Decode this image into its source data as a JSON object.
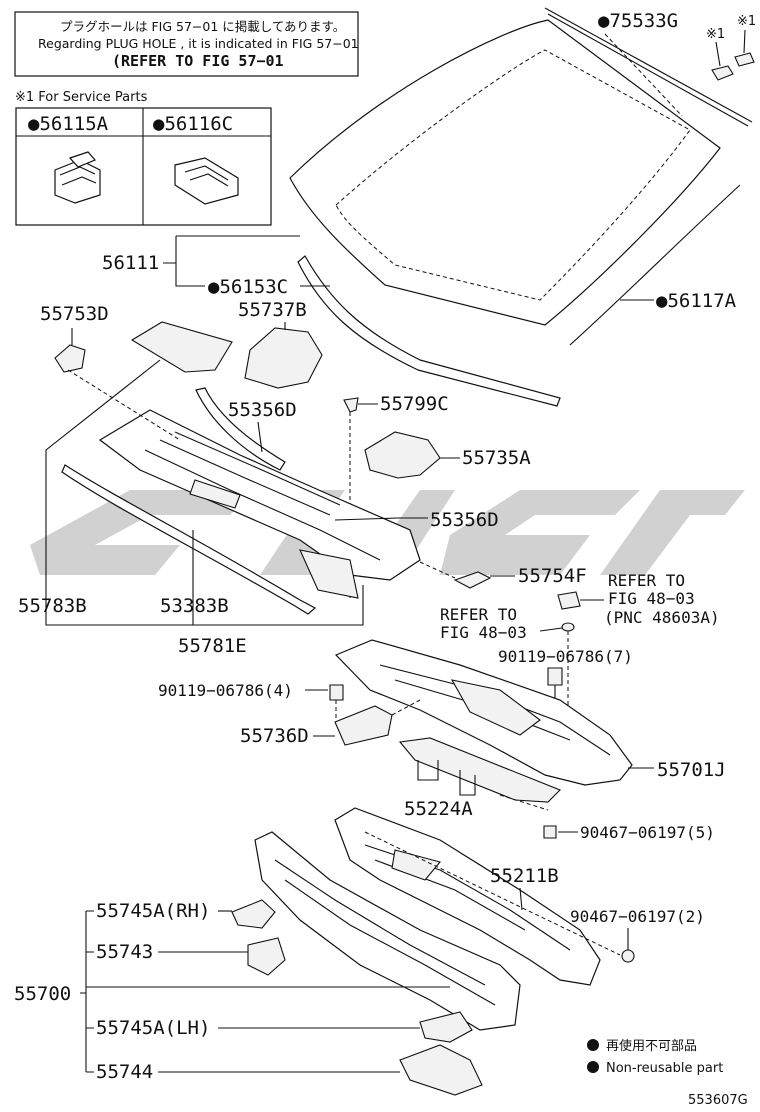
{
  "note_box": {
    "line_jp": "プラグホールは FIG 57−01 に掲載してあります。",
    "line_en": "Regarding PLUG HOLE , it is indicated in FIG 57−01",
    "line_ref": "(REFER TO FIG 57−01"
  },
  "service_note": "※1 For Service Parts",
  "service_parts": [
    "●56115A",
    "●56116C"
  ],
  "marks": {
    "star1": "※1"
  },
  "labels": {
    "p75533G": "●75533G",
    "p56111": "56111",
    "p56153C": "●56153C",
    "p56117A": "●56117A",
    "p55753D": "55753D",
    "p55737B": "55737B",
    "p55356D_top": "55356D",
    "p55799C": "55799C",
    "p55735A": "55735A",
    "p55356D_bot": "55356D",
    "p55754F": "55754F",
    "p55783B": "55783B",
    "p53383B": "53383B",
    "p55781E": "55781E",
    "ref1_a": "REFER TO",
    "ref1_b": "FIG 48−03",
    "ref1_c": "(PNC 48603A)",
    "ref2_a": "REFER TO",
    "ref2_b": "FIG 48−03",
    "p90119_7": "90119−06786(7)",
    "p90119_4": "90119−06786(4)",
    "p55736D": "55736D",
    "p55701J": "55701J",
    "p55224A": "55224A",
    "p90467_5": "90467−06197(5)",
    "p55211B": "55211B",
    "p55745A_RH": "55745A(RH)",
    "p90467_2": "90467−06197(2)",
    "p55743": "55743",
    "p55700": "55700",
    "p55745A_LH": "55745A(LH)",
    "p55744": "55744"
  },
  "legend": {
    "jp": "再使用不可部品",
    "en": "Non-reusable part"
  },
  "figure_code": "553607G",
  "colors": {
    "ink": "#111111",
    "watermark": "#9a9a9a"
  }
}
